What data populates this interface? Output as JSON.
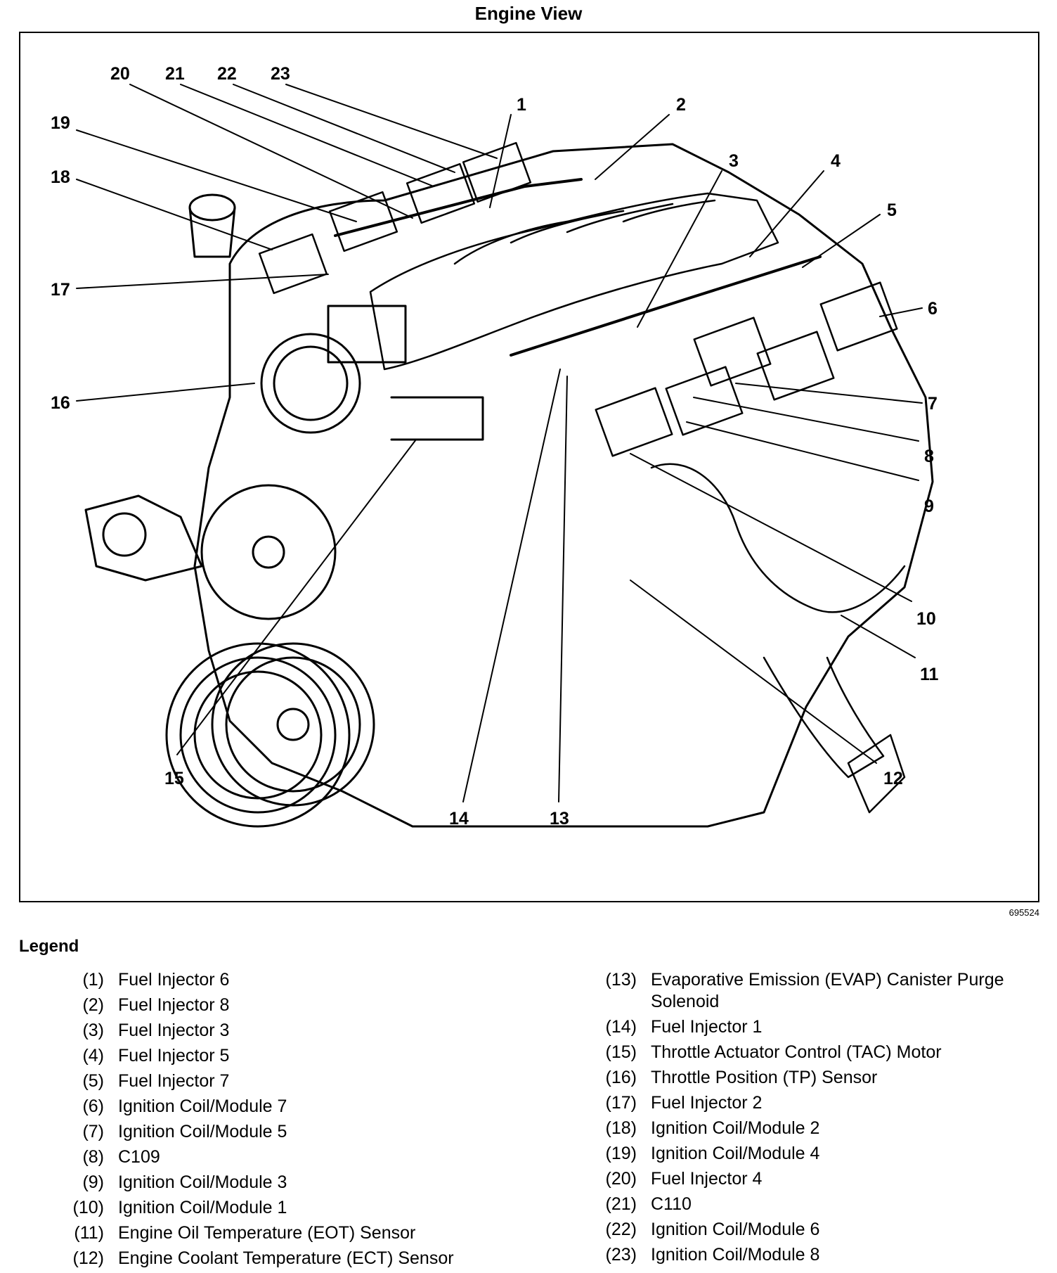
{
  "title": "Engine View",
  "figure_id": "695524",
  "callouts": [
    "1",
    "2",
    "3",
    "4",
    "5",
    "6",
    "7",
    "8",
    "9",
    "10",
    "11",
    "12",
    "13",
    "14",
    "15",
    "16",
    "17",
    "18",
    "19",
    "20",
    "21",
    "22",
    "23"
  ],
  "legend": {
    "title": "Legend",
    "left": [
      {
        "num": "(1)",
        "text": "Fuel Injector 6"
      },
      {
        "num": "(2)",
        "text": "Fuel Injector 8"
      },
      {
        "num": "(3)",
        "text": "Fuel Injector 3"
      },
      {
        "num": "(4)",
        "text": "Fuel Injector 5"
      },
      {
        "num": "(5)",
        "text": "Fuel Injector 7"
      },
      {
        "num": "(6)",
        "text": "Ignition Coil/Module 7"
      },
      {
        "num": "(7)",
        "text": "Ignition Coil/Module 5"
      },
      {
        "num": "(8)",
        "text": "C109"
      },
      {
        "num": "(9)",
        "text": "Ignition Coil/Module 3"
      },
      {
        "num": "(10)",
        "text": "Ignition Coil/Module 1"
      },
      {
        "num": "(11)",
        "text": "Engine Oil Temperature (EOT) Sensor"
      },
      {
        "num": "(12)",
        "text": "Engine Coolant Temperature (ECT) Sensor"
      }
    ],
    "right": [
      {
        "num": "(13)",
        "text": "Evaporative Emission (EVAP) Canister Purge Solenoid"
      },
      {
        "num": "(14)",
        "text": "Fuel Injector 1"
      },
      {
        "num": "(15)",
        "text": "Throttle Actuator Control (TAC) Motor"
      },
      {
        "num": "(16)",
        "text": "Throttle Position (TP) Sensor"
      },
      {
        "num": "(17)",
        "text": "Fuel Injector 2"
      },
      {
        "num": "(18)",
        "text": "Ignition Coil/Module 2"
      },
      {
        "num": "(19)",
        "text": "Ignition Coil/Module 4"
      },
      {
        "num": "(20)",
        "text": "Fuel Injector 4"
      },
      {
        "num": "(21)",
        "text": "C110"
      },
      {
        "num": "(22)",
        "text": "Ignition Coil/Module 6"
      },
      {
        "num": "(23)",
        "text": "Ignition Coil/Module 8"
      }
    ]
  }
}
